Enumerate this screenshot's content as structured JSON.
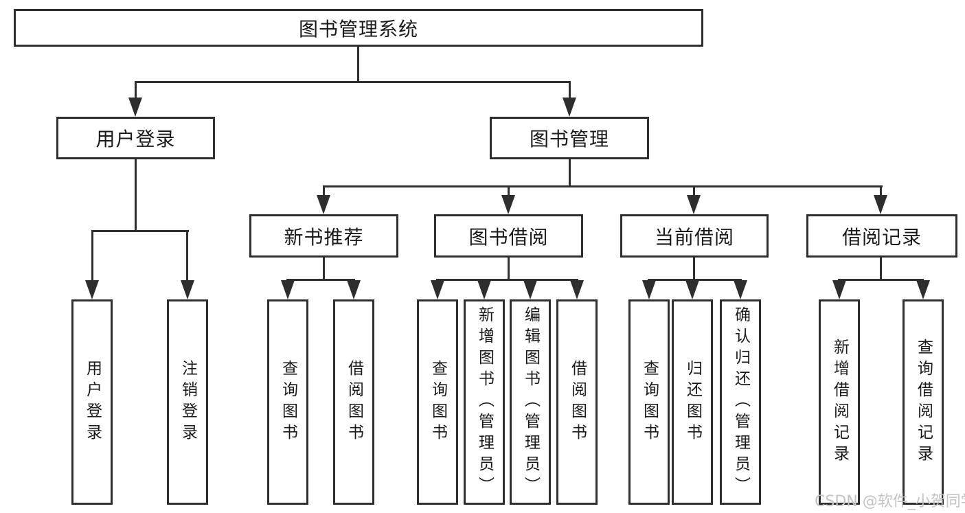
{
  "title": "图书管理系统",
  "colors": {
    "line": "#2e2e2e",
    "text": "#1a1a1a",
    "background": "#ffffff",
    "watermark": "#c3c3c3"
  },
  "tree": {
    "root": {
      "label": "图书管理系统"
    },
    "branches": [
      {
        "label": "用户登录",
        "children": [
          {
            "label": "用户登录"
          },
          {
            "label": "注销登录"
          }
        ]
      },
      {
        "label": "图书管理",
        "children": [
          {
            "label": "新书推荐",
            "children": [
              {
                "label": "查询图书"
              },
              {
                "label": "借阅图书"
              }
            ]
          },
          {
            "label": "图书借阅",
            "children": [
              {
                "label": "查询图书"
              },
              {
                "label": "新增图书（管理员）"
              },
              {
                "label": "编辑图书（管理员）"
              },
              {
                "label": "借阅图书"
              }
            ]
          },
          {
            "label": "当前借阅",
            "children": [
              {
                "label": "查询图书"
              },
              {
                "label": "归还图书"
              },
              {
                "label": "确认归还（管理员）"
              }
            ]
          },
          {
            "label": "借阅记录",
            "children": [
              {
                "label": "新增借阅记录"
              },
              {
                "label": "查询借阅记录"
              }
            ]
          }
        ]
      }
    ]
  },
  "watermark": {
    "text": "CSDN @软件_小贺同学"
  }
}
